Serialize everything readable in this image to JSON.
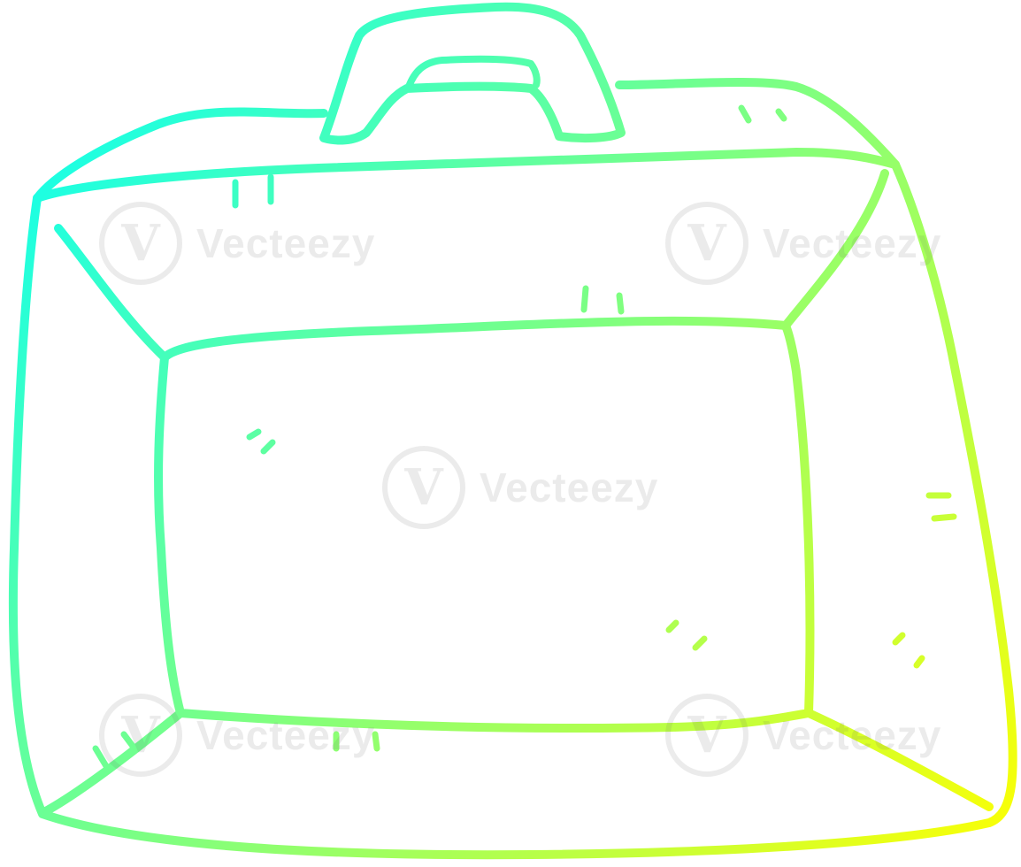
{
  "watermark": {
    "logo_glyph": "V",
    "text": "Vecteezy"
  },
  "illustration": {
    "subject": "briefcase-cartoon",
    "gradient": {
      "start": "#00ffff",
      "end": "#ffff00"
    },
    "background": "#ffffff"
  }
}
